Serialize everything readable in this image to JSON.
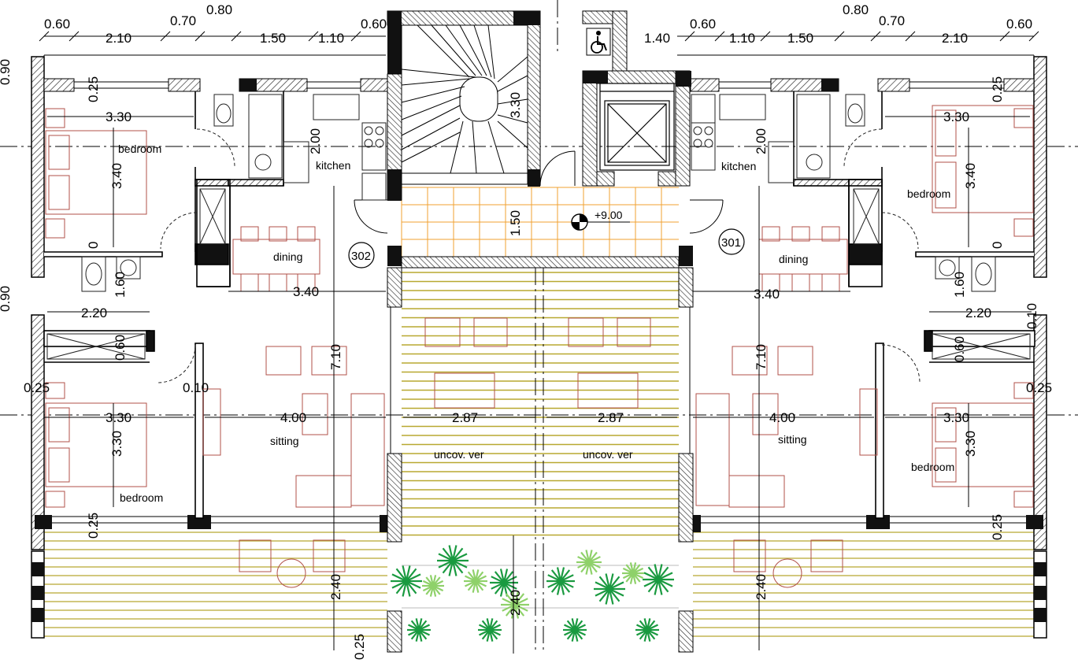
{
  "top_dimensions_left": [
    "0.60",
    "2.10",
    "0.70",
    "0.80",
    "1.50",
    "1.10",
    "0.60"
  ],
  "top_dimensions_right": [
    "1.40",
    "0.60",
    "1.10",
    "1.50",
    "0.80",
    "0.70",
    "2.10",
    "0.60"
  ],
  "left_edge_labels": [
    "0.90",
    "0.90"
  ],
  "rooms": {
    "bedroom": "bedroom",
    "kitchen": "kitchen",
    "dining": "dining",
    "sitting": "sitting",
    "uncovered_veranda": "uncov. ver"
  },
  "units": [
    "302",
    "301"
  ],
  "level_mark": "+9.00",
  "interior_dimensions": {
    "d_330": "3.30",
    "d_340": "3.40",
    "d_200": "2.00",
    "d_150": "1.50",
    "d_220": "2.20",
    "d_160": "1.60",
    "d_060": "0.60",
    "d_025": "0.25",
    "d_010": "0.10",
    "d_0": "0",
    "d_710": "7.10",
    "d_400": "4.00",
    "d_287": "2.87",
    "d_240": "2.40"
  },
  "colors": {
    "wall": "#111111",
    "furniture": "#b0504a",
    "veranda": "#b8a830",
    "tile": "#f0a030",
    "plants_dark": "#1a9a40",
    "plants_light": "#8fd16a"
  },
  "icons": [
    "wheelchair-icon",
    "level-marker-icon",
    "elevator-icon",
    "stair-icon"
  ]
}
